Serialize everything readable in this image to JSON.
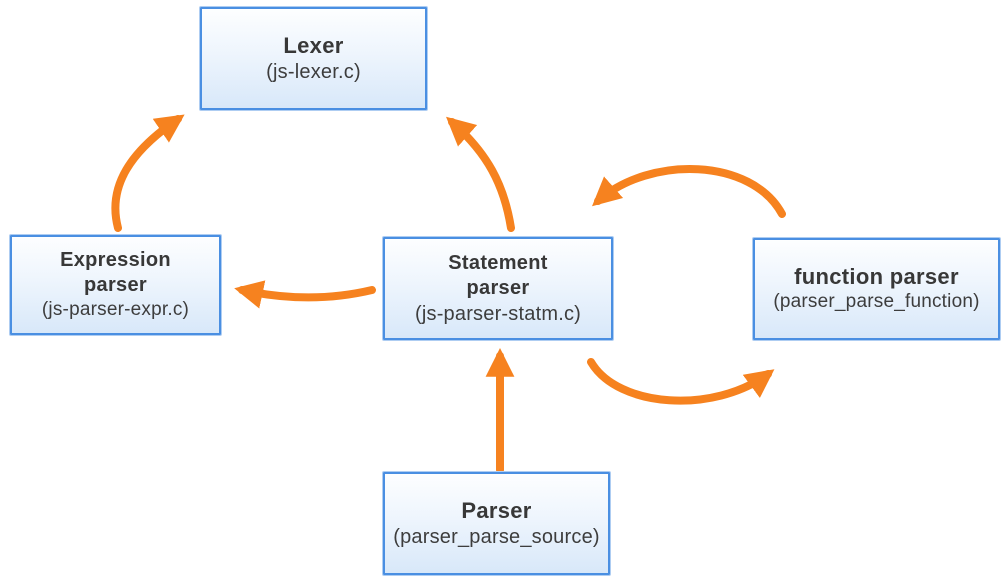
{
  "diagram": {
    "background_color": "#ffffff",
    "arrow_color": "#f6821f",
    "box_border_color": "#4a8fe2",
    "box_fill_top": "#fdfeff",
    "box_fill_bottom": "#d8e8f9",
    "text_color": "#383838",
    "nodes": [
      {
        "id": "lexer",
        "title": "Lexer",
        "subtitle": "(js-lexer.c)"
      },
      {
        "id": "expression-parser",
        "title": "Expression\nparser",
        "subtitle": "(js-parser-expr.c)"
      },
      {
        "id": "statement-parser",
        "title": "Statement\nparser",
        "subtitle": "(js-parser-statm.c)"
      },
      {
        "id": "function-parser",
        "title": "function parser",
        "subtitle": "(parser_parse_function)"
      },
      {
        "id": "parser",
        "title": "Parser",
        "subtitle": "(parser_parse_source)"
      }
    ],
    "edges": [
      {
        "from": "expression-parser",
        "to": "lexer"
      },
      {
        "from": "statement-parser",
        "to": "lexer"
      },
      {
        "from": "statement-parser",
        "to": "expression-parser"
      },
      {
        "from": "function-parser",
        "to": "statement-parser"
      },
      {
        "from": "statement-parser",
        "to": "function-parser"
      },
      {
        "from": "parser",
        "to": "statement-parser"
      }
    ]
  }
}
